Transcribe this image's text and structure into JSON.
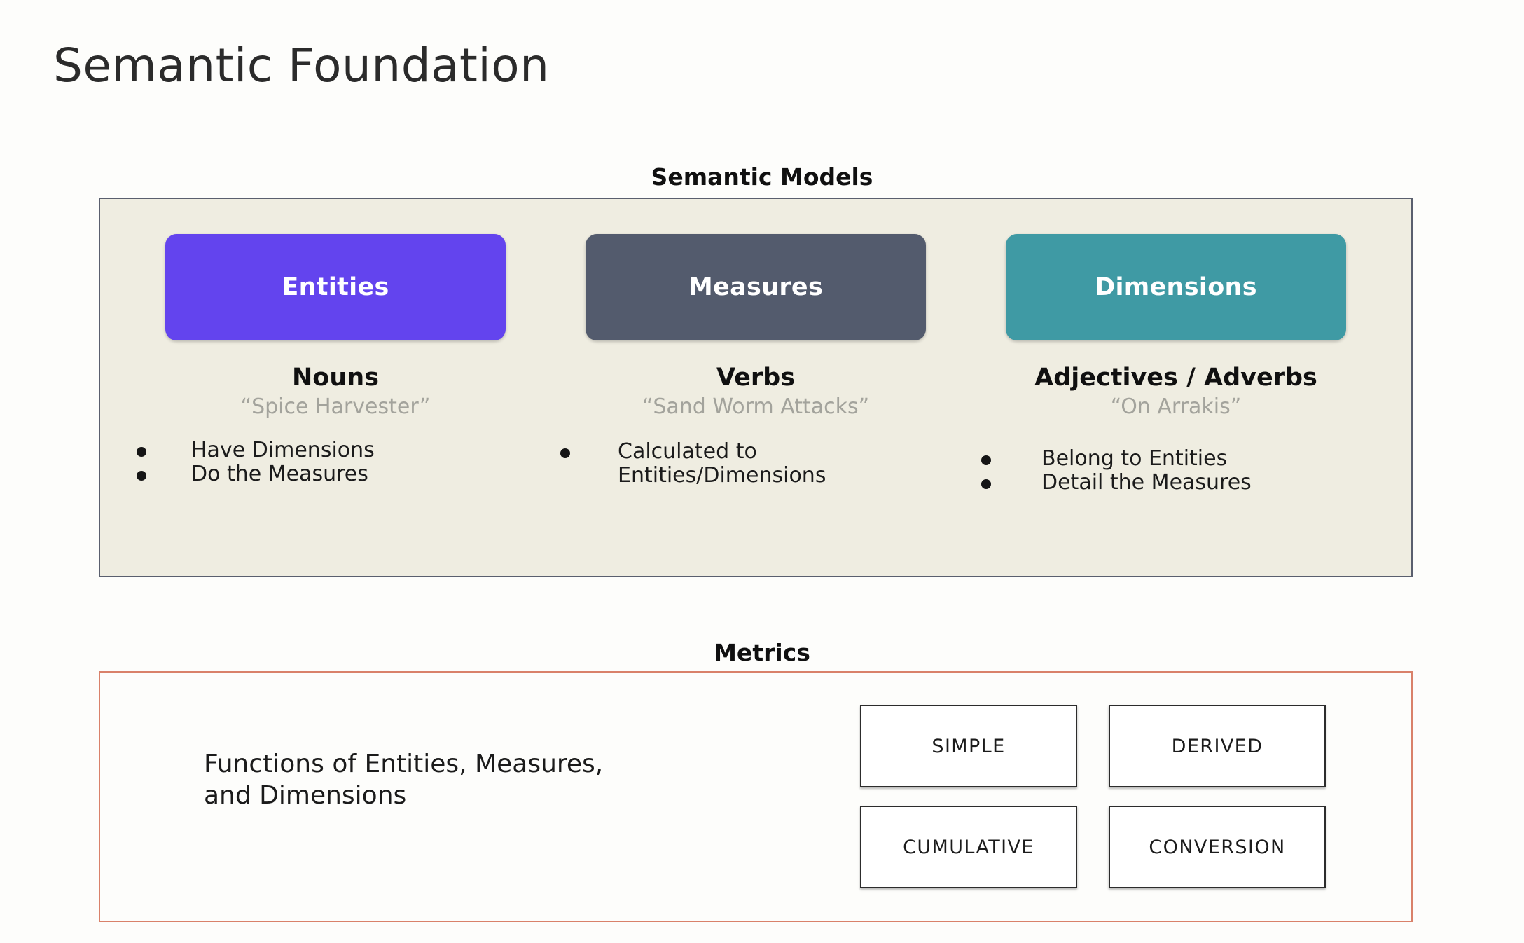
{
  "slide": {
    "title": "Semantic Foundation",
    "background_color": "#fdfdfb"
  },
  "semantic_models": {
    "caption": "Semantic Models",
    "panel_fill": "#efede1",
    "panel_border": "#5a5f6e",
    "columns": [
      {
        "pill_label": "Entities",
        "pill_color": "#6344ee",
        "part_of_speech": "Nouns",
        "example": "“Spice Harvester”",
        "bullets": [
          "Have Dimensions",
          "Do the Measures"
        ]
      },
      {
        "pill_label": "Measures",
        "pill_color": "#535b6d",
        "part_of_speech": "Verbs",
        "example": "“Sand Worm Attacks”",
        "bullets": [
          "Calculated to\nEntities/Dimensions"
        ]
      },
      {
        "pill_label": "Dimensions",
        "pill_color": "#3f9aa4",
        "part_of_speech": "Adjectives / Adverbs",
        "example": "“On Arrakis”",
        "bullets": [
          "Belong to Entities",
          "Detail the Measures"
        ]
      }
    ]
  },
  "metrics": {
    "caption": "Metrics",
    "panel_border": "#d9816a",
    "description": "Functions of Entities, Measures,\nand Dimensions",
    "types": [
      "SIMPLE",
      "DERIVED",
      "CUMULATIVE",
      "CONVERSION"
    ]
  }
}
